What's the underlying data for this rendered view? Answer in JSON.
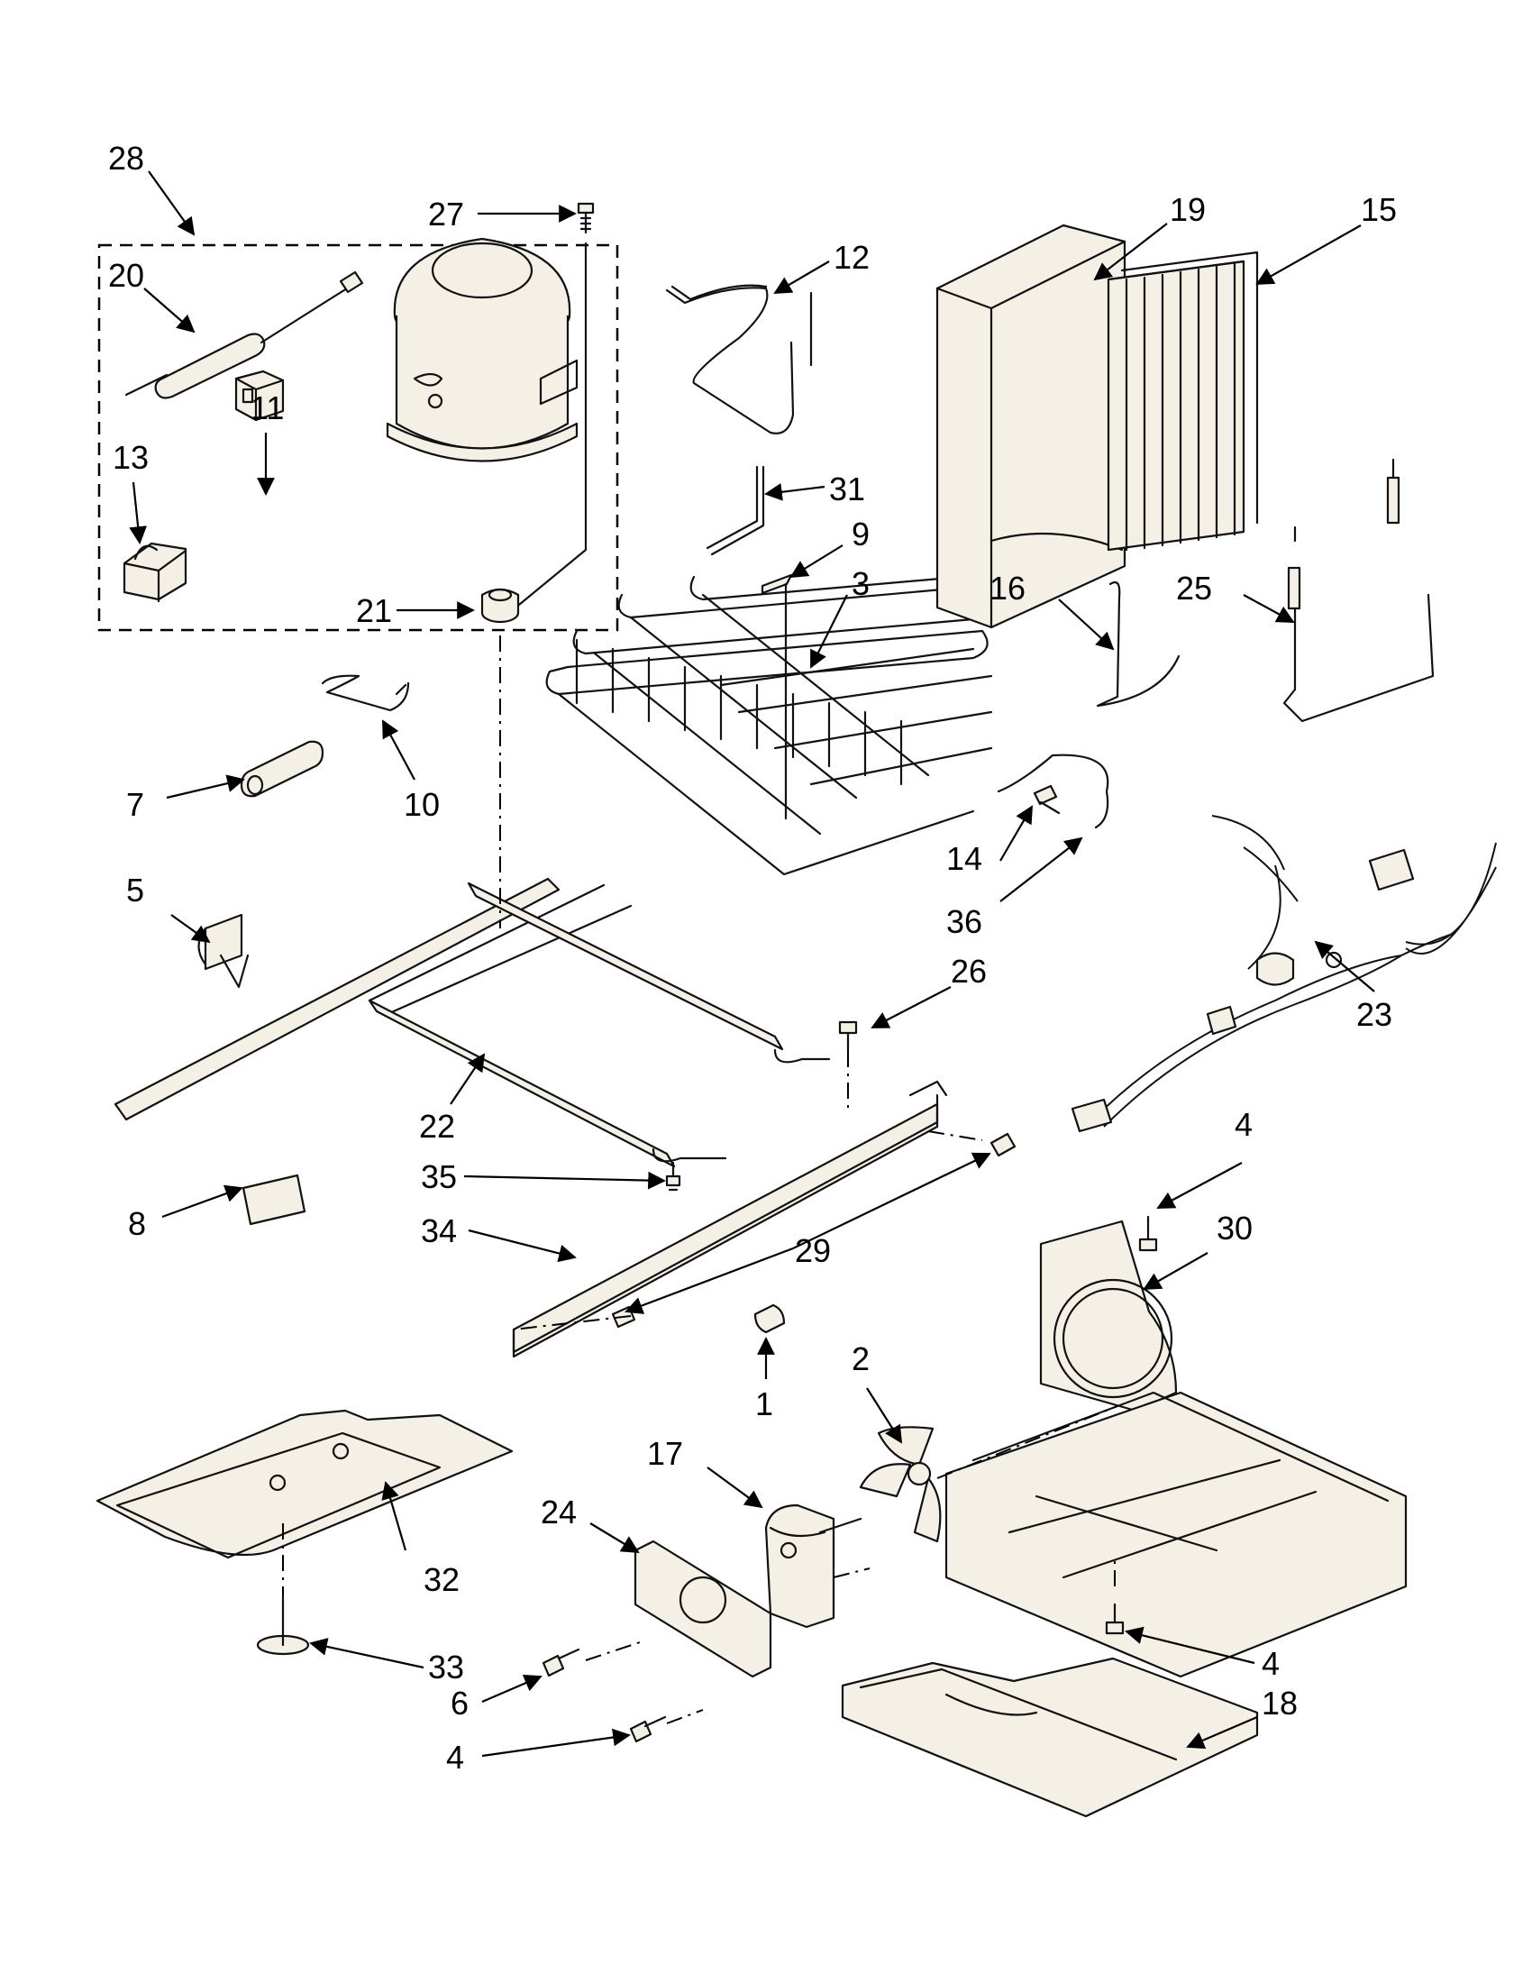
{
  "callouts": {
    "c1": "1",
    "c2": "2",
    "c3": "3",
    "c4a": "4",
    "c4b": "4",
    "c4c": "4",
    "c5": "5",
    "c6": "6",
    "c7": "7",
    "c8": "8",
    "c9": "9",
    "c10": "10",
    "c11": "11",
    "c12": "12",
    "c13": "13",
    "c14": "14",
    "c15": "15",
    "c16": "16",
    "c17": "17",
    "c18": "18",
    "c19": "19",
    "c20": "20",
    "c21": "21",
    "c22": "22",
    "c23": "23",
    "c24": "24",
    "c25": "25",
    "c26": "26",
    "c27": "27",
    "c28": "28",
    "c29": "29",
    "c30": "30",
    "c31": "31",
    "c32": "32",
    "c33": "33",
    "c34": "34",
    "c35": "35",
    "c36": "36"
  }
}
